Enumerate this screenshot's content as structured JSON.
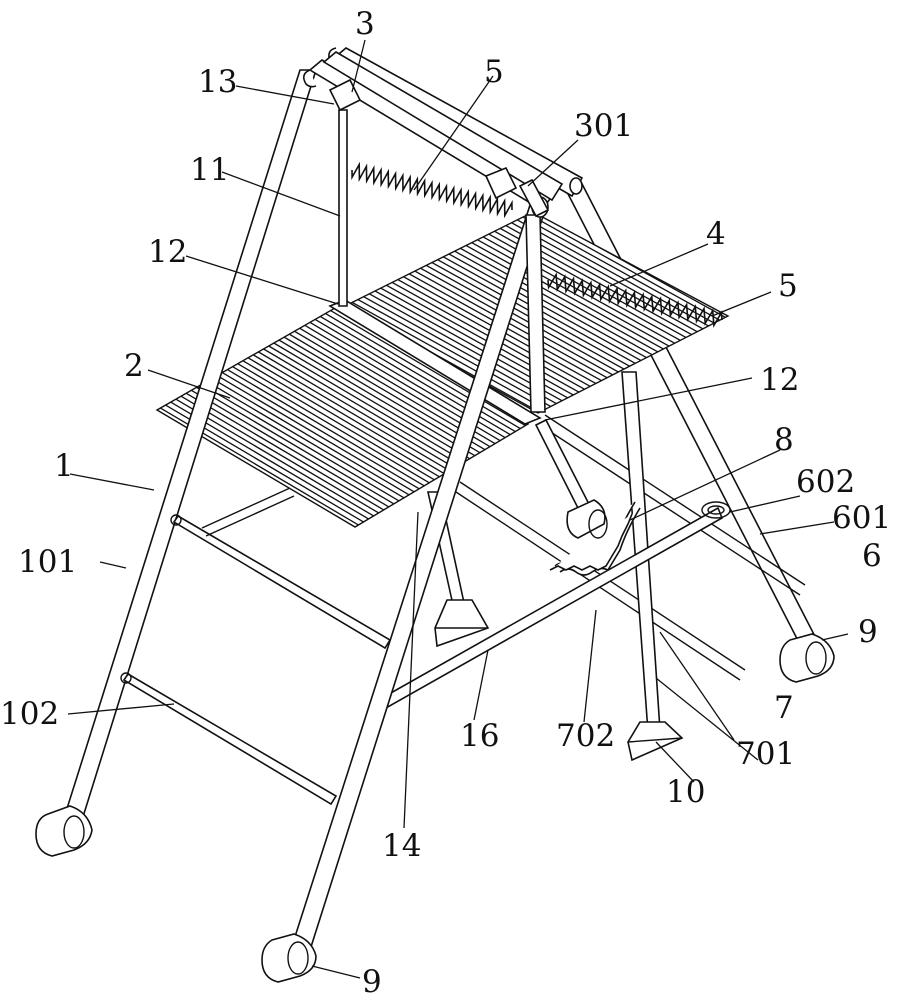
{
  "figure": {
    "labels": {
      "n1": "1",
      "n101": "101",
      "n102": "102",
      "n2": "2",
      "n3": "3",
      "n301": "301",
      "n4": "4",
      "n5a": "5",
      "n5b": "5",
      "n6": "6",
      "n601": "601",
      "n602": "602",
      "n7": "7",
      "n701": "701",
      "n702": "702",
      "n8": "8",
      "n9a": "9",
      "n9b": "9",
      "n10": "10",
      "n11": "11",
      "n12a": "12",
      "n12b": "12",
      "n13": "13",
      "n14": "14",
      "n16": "16"
    }
  }
}
